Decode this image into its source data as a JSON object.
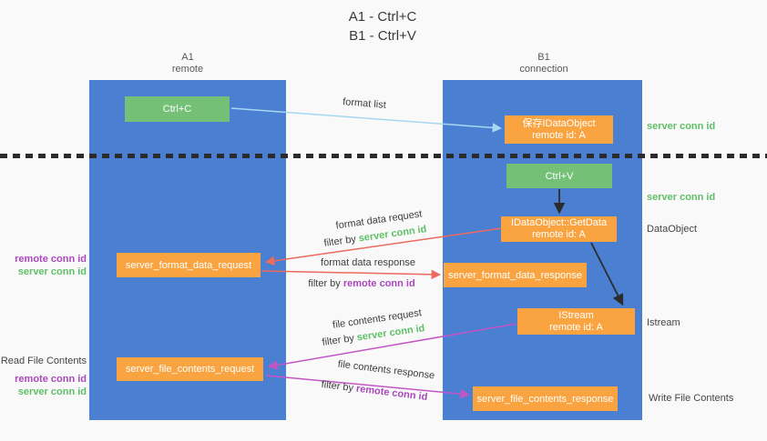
{
  "title": {
    "line1": "A1 - Ctrl+C",
    "line2": "B1 - Ctrl+V"
  },
  "columns": {
    "a1": {
      "name": "A1",
      "role": "remote"
    },
    "b1": {
      "name": "B1",
      "role": "connection"
    }
  },
  "nodes": {
    "ctrl_c": {
      "label": "Ctrl+C"
    },
    "ctrl_v": {
      "label": "Ctrl+V"
    },
    "save_dataobject": {
      "line1": "保存IDataObject",
      "line2": "remote id: A"
    },
    "getdata": {
      "line1": "IDataObject::GetData",
      "line2": "remote id: A"
    },
    "istream": {
      "line1": "IStream",
      "line2": "remote id: A"
    },
    "format_request": {
      "label": "server_format_data_request"
    },
    "format_response": {
      "label": "server_format_data_response"
    },
    "file_request": {
      "label": "server_file_contents_request"
    },
    "file_response": {
      "label": "server_file_contents_response"
    }
  },
  "flow_labels": {
    "format_list": "format list",
    "format_data_request": "format data request",
    "format_data_request_filter": {
      "prefix": "filter by ",
      "key": "server conn id"
    },
    "format_data_response": "format data response",
    "format_data_response_filter": {
      "prefix": "filter by ",
      "key": "remote conn id"
    },
    "file_contents_request": "file contents request",
    "file_contents_request_filter": {
      "prefix": "filter by ",
      "key": "server conn id"
    },
    "file_contents_response": "file contents response",
    "file_contents_response_filter": {
      "prefix": "filter by ",
      "key": "remote conn id"
    }
  },
  "side_labels": {
    "left": {
      "remote_conn_id_1": "remote conn id",
      "server_conn_id_1": "server conn id",
      "read_file_contents": "Read File Contents",
      "remote_conn_id_2": "remote conn id",
      "server_conn_id_2": "server conn id"
    },
    "right": {
      "server_conn_id_1": "server conn id",
      "server_conn_id_2": "server conn id",
      "dataobject": "DataObject",
      "istream": "Istream",
      "write_file_contents": "Write File Contents"
    }
  },
  "colors": {
    "background": "#f9f9f9",
    "column_blue": "#4a7fd2",
    "node_green": "#74c077",
    "node_orange": "#f9a441",
    "text_green": "#5fbf66",
    "text_purple": "#ab47bc",
    "arrow_red": "#ed6a5e",
    "arrow_magenta": "#c455c4",
    "arrow_lightblue": "#a6d8f2",
    "arrow_black": "#2b2b2b",
    "label_dark": "#3d3d3d"
  }
}
